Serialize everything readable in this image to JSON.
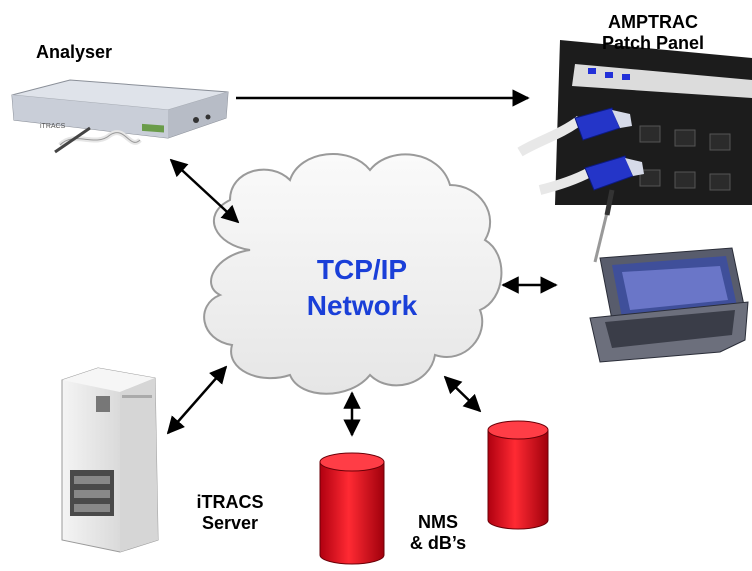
{
  "labels": {
    "analyser": "Analyser",
    "patch_panel_line1": "AMPTRAC",
    "patch_panel_line2": "Patch Panel",
    "network_line1": "TCP/IP",
    "network_line2": "Network",
    "server_line1": "iTRACS",
    "server_line2": "Server",
    "nms_line1": "NMS",
    "nms_line2": "& dB’s"
  },
  "colors": {
    "network_text": "#1a3fd8",
    "database_fill": "#e8121c",
    "cloud_fill": "#f3f3f3",
    "cloud_stroke": "#9a9a9a"
  },
  "icons": [
    "analyser-device-icon",
    "patch-panel-icon",
    "cloud-icon",
    "laptop-icon",
    "server-tower-icon",
    "database-icon"
  ]
}
